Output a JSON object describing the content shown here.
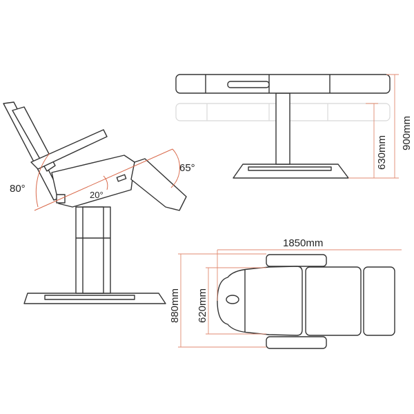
{
  "side_view": {
    "angles": {
      "backrest": "80°",
      "seat": "20°",
      "legrest": "65°"
    }
  },
  "front_view": {
    "dimensions": {
      "max_height": "900mm",
      "min_height": "630mm"
    }
  },
  "top_view": {
    "dimensions": {
      "length": "1850mm",
      "width_with_arms": "880mm",
      "width": "620mm"
    }
  },
  "colors": {
    "line": "#333333",
    "dimension": "#e08a70"
  }
}
